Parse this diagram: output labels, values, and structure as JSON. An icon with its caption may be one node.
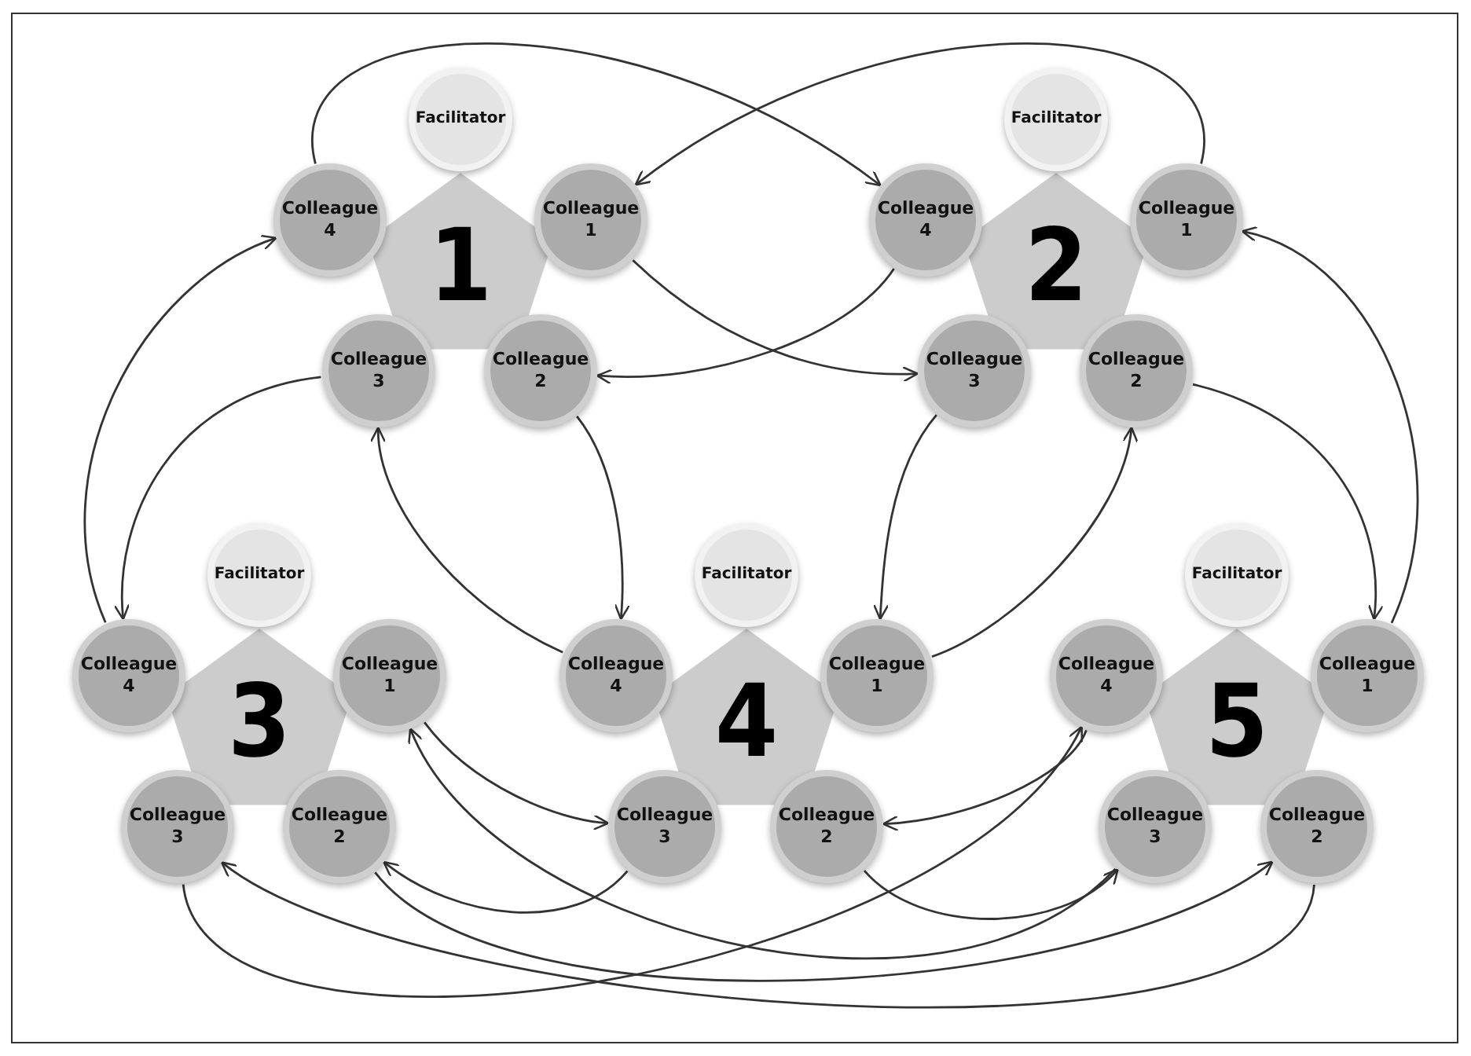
{
  "diagram": {
    "nodes": [
      {
        "text": [
          "1"
        ]
      },
      {
        "text": [
          "Facilitator"
        ]
      },
      {
        "text": [
          "Colleague 4"
        ]
      },
      {
        "text": [
          "Colleague 1"
        ]
      },
      {
        "text": [
          "Colleague 3"
        ]
      },
      {
        "text": [
          "Colleague 2"
        ]
      },
      {
        "text": [
          "2"
        ]
      },
      {
        "text": [
          "Facilitator"
        ]
      },
      {
        "text": [
          "Colleague 4"
        ]
      },
      {
        "text": [
          "Colleague 1"
        ]
      },
      {
        "text": [
          "Colleague 3"
        ]
      },
      {
        "text": [
          "Colleague 2"
        ]
      },
      {
        "text": [
          "3"
        ]
      },
      {
        "text": [
          "Facilitator"
        ]
      },
      {
        "text": [
          "Colleague 4"
        ]
      },
      {
        "text": [
          "Colleague 1"
        ]
      },
      {
        "text": [
          "Colleague 3"
        ]
      },
      {
        "text": [
          "Colleague 2"
        ]
      },
      {
        "text": [
          "4"
        ]
      },
      {
        "text": [
          "Facilitator"
        ]
      },
      {
        "text": [
          "Colleague 4"
        ]
      },
      {
        "text": [
          "Colleague 1"
        ]
      },
      {
        "text": [
          "Colleague 3"
        ]
      },
      {
        "text": [
          "Colleague 2"
        ]
      },
      {
        "text": [
          "5"
        ]
      },
      {
        "text": [
          "Facilitator"
        ]
      },
      {
        "text": [
          "Colleague 4"
        ]
      },
      {
        "text": [
          "Colleague 1"
        ]
      },
      {
        "text": [
          "Colleague 3"
        ]
      },
      {
        "text": [
          "Colleague 2"
        ]
      }
    ],
    "edges": [
      {
        "from": 2,
        "to": 8,
        "arrow": "to"
      },
      {
        "from": 9,
        "to": 3,
        "arrow": "to"
      },
      {
        "from": 3,
        "to": 10,
        "arrow": "to"
      },
      {
        "from": 8,
        "to": 5,
        "arrow": "to"
      },
      {
        "from": 14,
        "to": 2,
        "arrow": "to"
      },
      {
        "from": 4,
        "to": 14,
        "arrow": "to"
      },
      {
        "from": 5,
        "to": 20,
        "arrow": "to"
      },
      {
        "from": 20,
        "to": 4,
        "arrow": "to"
      },
      {
        "from": 10,
        "to": 21,
        "arrow": "to"
      },
      {
        "from": 21,
        "to": 11,
        "arrow": "to"
      },
      {
        "from": 11,
        "to": 27,
        "arrow": "to"
      },
      {
        "from": 27,
        "to": 9,
        "arrow": "to"
      },
      {
        "from": 15,
        "to": 22,
        "arrow": "to"
      },
      {
        "from": 22,
        "to": 17,
        "arrow": "to"
      },
      {
        "from": 23,
        "to": 28,
        "arrow": "to"
      },
      {
        "from": 26,
        "to": 23,
        "arrow": "to"
      },
      {
        "from": 16,
        "to": 26,
        "arrow": "to"
      },
      {
        "from": 17,
        "to": 29,
        "arrow": "to"
      },
      {
        "from": 29,
        "to": 16,
        "arrow": "to"
      },
      {
        "from": 28,
        "to": 15,
        "arrow": "to"
      }
    ]
  }
}
